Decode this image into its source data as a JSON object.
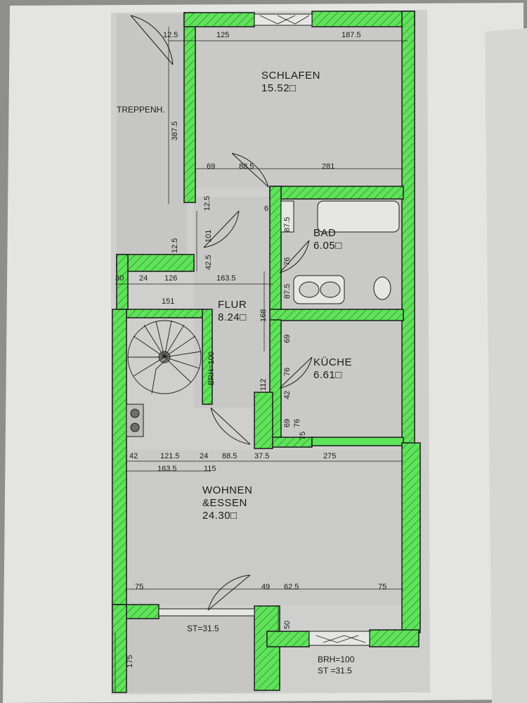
{
  "rooms": {
    "schlafen": {
      "name": "SCHLAFEN",
      "area": "15.52□"
    },
    "bad": {
      "name": "BAD",
      "area": "6.05□"
    },
    "flur": {
      "name": "FLUR",
      "area": "8.24□"
    },
    "kueche": {
      "name": "KÜCHE",
      "area": "6.61□"
    },
    "wohnen": {
      "name_line1": "WOHNEN",
      "name_line2": "&ESSEN",
      "area": "24.30□"
    },
    "treppenhaus": {
      "name": "TREPPENH."
    }
  },
  "dimensions": {
    "d125a": "12.5",
    "d125": "125",
    "d1875": "187.5",
    "d3875": "387.5",
    "d69a": "69",
    "d885a": "88.5",
    "d281": "281",
    "d125b": "12.5",
    "d6": "6",
    "d875a": "87.5",
    "d101": "101",
    "d125c": "12.5",
    "d425": "42.5",
    "d76a": "76",
    "d875b": "87.5",
    "d30": "30",
    "d24a": "24",
    "d126": "126",
    "d1635a": "163.5",
    "d151": "151",
    "d168": "168",
    "d69b": "69",
    "d76b": "76",
    "d42a": "42",
    "d112": "112",
    "d69c": "69",
    "d76c": "76",
    "d75a": "75",
    "d42b": "42",
    "d1215": "121.5",
    "d24b": "24",
    "d885b": "88.5",
    "d375": "37.5",
    "d275": "275",
    "d1635b": "163.5",
    "d115": "115",
    "d75b": "75",
    "d49": "49",
    "d625": "62.5",
    "d75c": "75",
    "d50": "50",
    "d175": "175"
  },
  "notes": {
    "brh_stair": "BRH=100",
    "st_left": "ST=31.5",
    "brh_bottom": "BRH=100",
    "st_bottom": "ST =31.5"
  },
  "colors": {
    "wall_highlight": "#5fe35a",
    "wall_line": "#1c1c1c",
    "floor": "#c9c9c9",
    "paper": "#e6e6e4",
    "background": "#8e8e8c"
  }
}
